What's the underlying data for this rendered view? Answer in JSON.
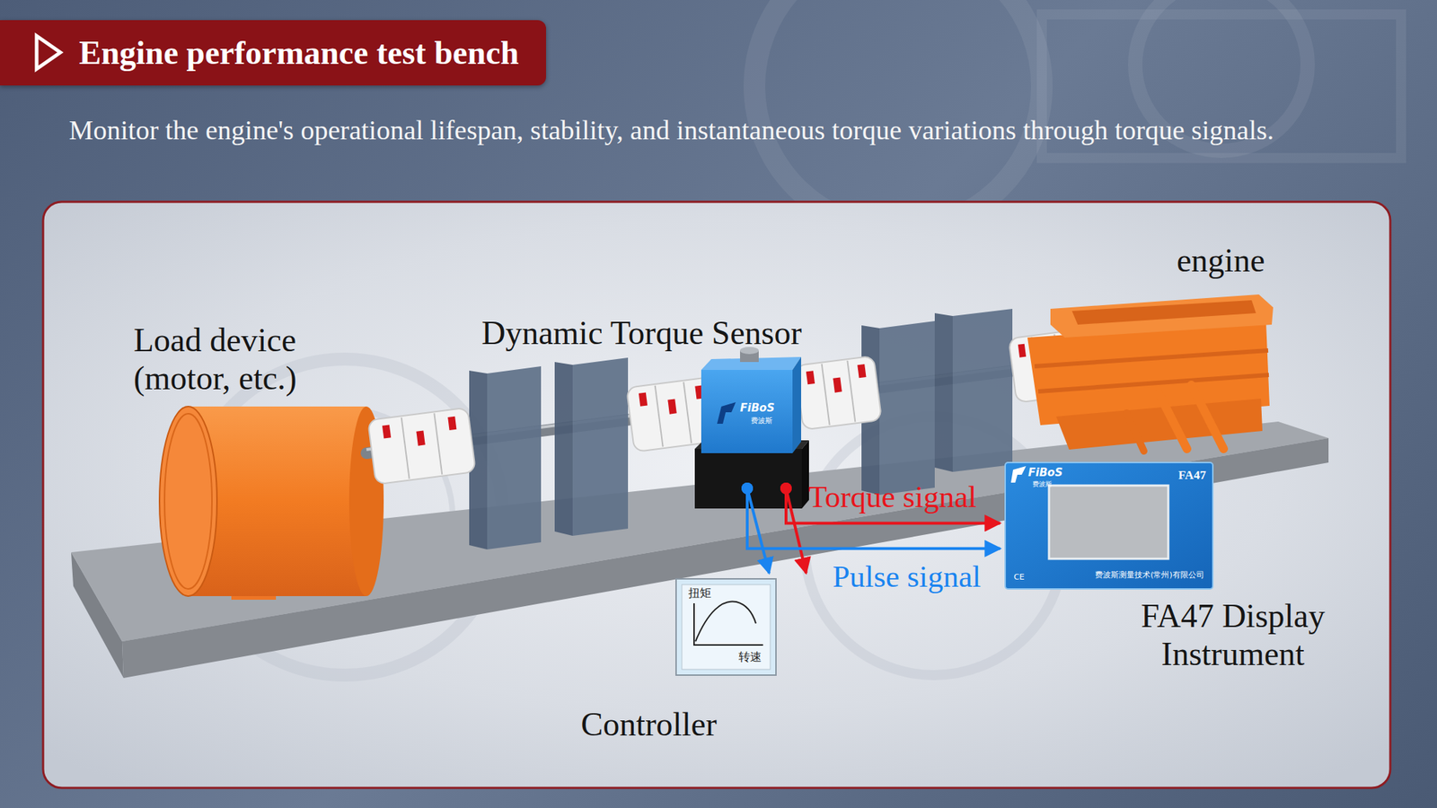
{
  "diagram": {
    "title": "Engine performance test bench",
    "caption": "Monitor the engine's operational lifespan, stability, and instantaneous torque variations through torque signals.",
    "nodes": [
      {
        "text": [
          "Load device (motor, etc.)"
        ]
      },
      {
        "text": [
          "Dynamic Torque Sensor",
          "FiBoS",
          "费波斯"
        ]
      },
      {
        "text": [
          "engine"
        ]
      },
      {
        "text": [
          "FA47 Display Instrument",
          "FiBoS",
          "费波斯",
          "FA47",
          "费波斯测量技术(常州)有限公司",
          "CE"
        ]
      },
      {
        "text": [
          "Controller",
          "扭矩",
          "转速"
        ]
      }
    ],
    "edges": [
      {
        "from": 1,
        "to": 3,
        "label": "Torque signal",
        "arrow": "to"
      },
      {
        "from": 1,
        "to": 4,
        "arrow": "to"
      },
      {
        "from": 1,
        "to": 3,
        "label": "Pulse signal",
        "arrow": "to"
      },
      {
        "from": 1,
        "to": 4,
        "arrow": "to"
      }
    ]
  }
}
